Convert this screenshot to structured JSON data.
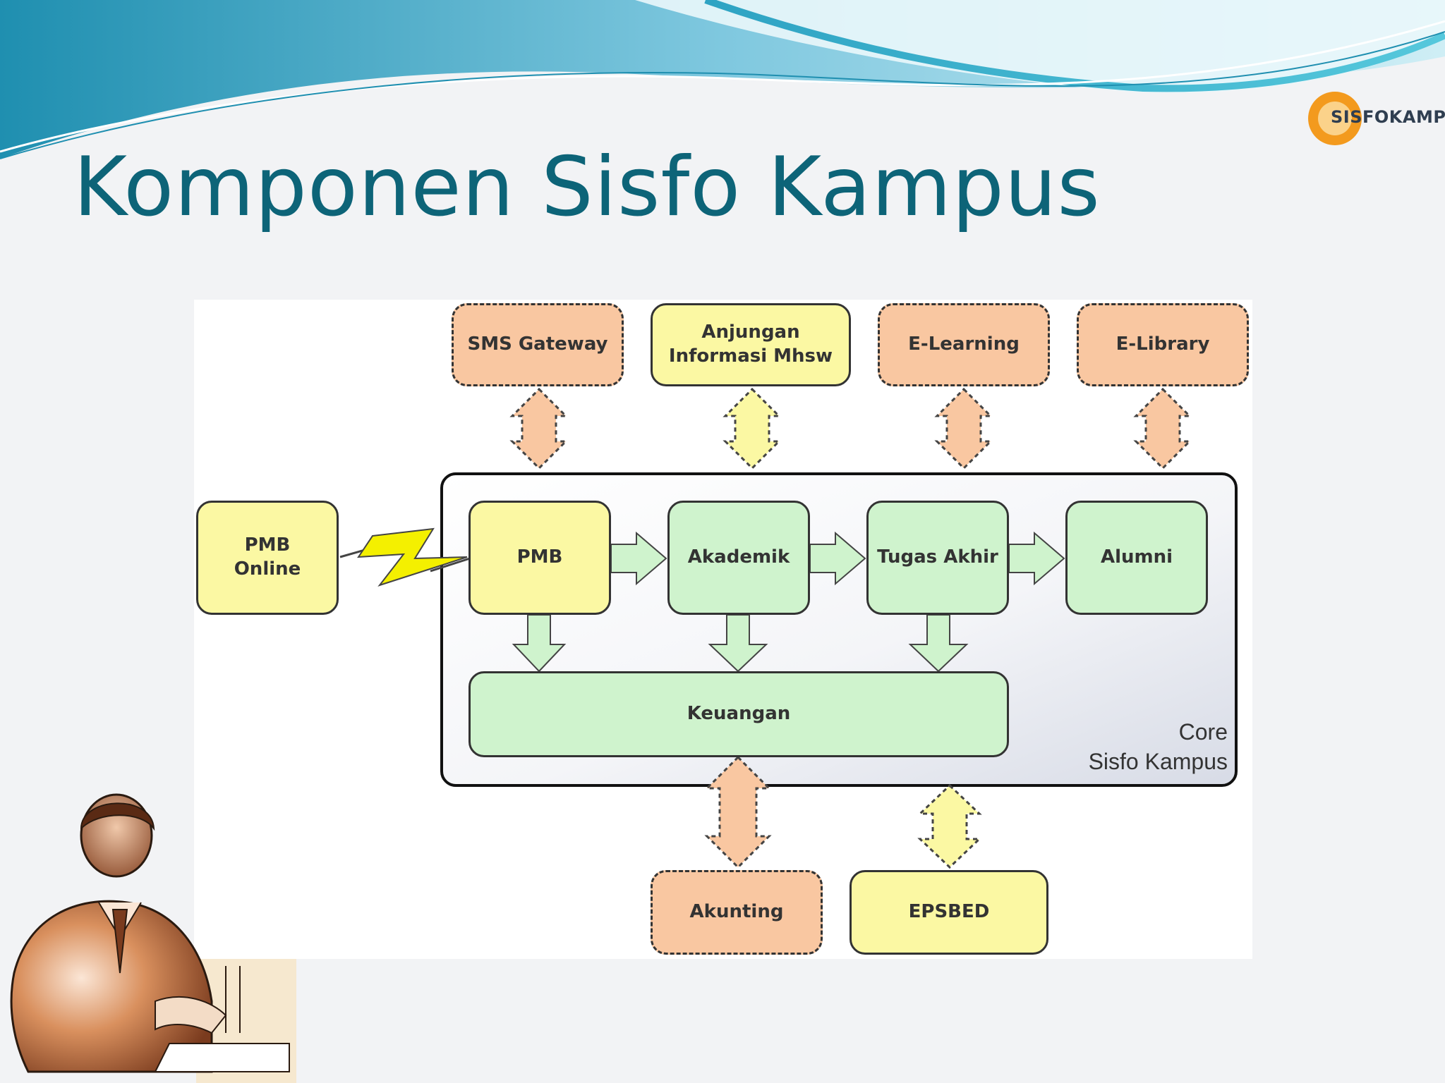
{
  "title": "Komponen Sisfo Kampus",
  "logo": {
    "text": "SISFOKAMPUS"
  },
  "colors": {
    "title": "#0d6478",
    "external_orange": "#f9c7a1",
    "external_yellow": "#fbf8a3",
    "core_module_green": "#cff3cd"
  },
  "diagram": {
    "top_external": [
      {
        "label": "SMS Gateway"
      },
      {
        "label": "Anjungan\nInformasi Mhsw"
      },
      {
        "label": "E-Learning"
      },
      {
        "label": "E-Library"
      }
    ],
    "left_external": {
      "label": "PMB\nOnline"
    },
    "core_modules": [
      {
        "label": "PMB"
      },
      {
        "label": "Akademik"
      },
      {
        "label": "Tugas Akhir"
      },
      {
        "label": "Alumni"
      }
    ],
    "finance": {
      "label": "Keuangan"
    },
    "core_label_line1": "Core",
    "core_label_line2": "Sisfo Kampus",
    "bottom_external": [
      {
        "label": "Akunting"
      },
      {
        "label": "EPSBED"
      }
    ]
  }
}
